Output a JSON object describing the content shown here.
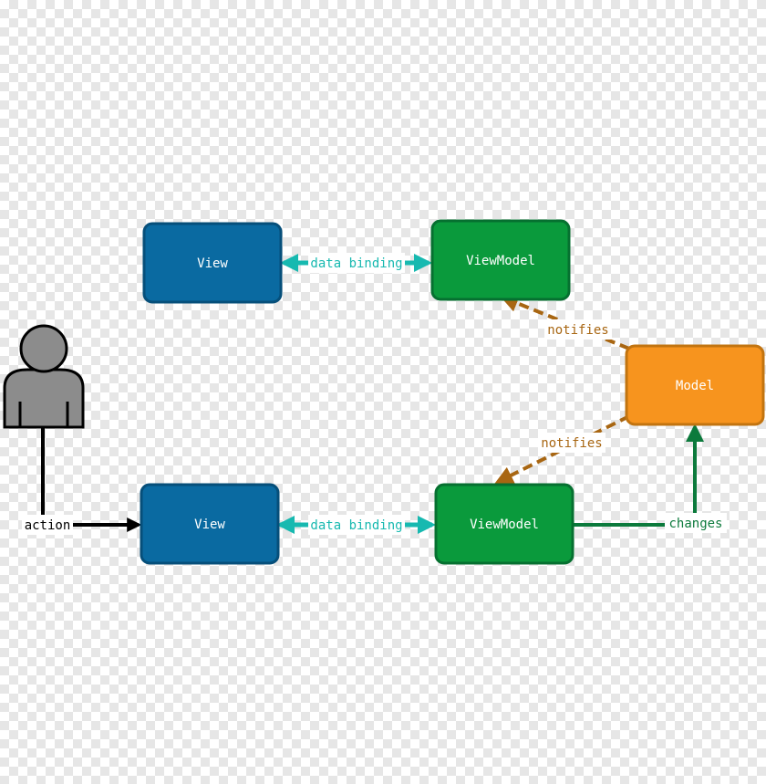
{
  "colors": {
    "view_fill": "#0a6aa1",
    "view_stroke": "#064f7a",
    "viewmodel_fill": "#0a9a3c",
    "viewmodel_stroke": "#067030",
    "model_fill": "#f7941e",
    "model_stroke": "#c27410",
    "binding_arrow": "#17b9b0",
    "notify_arrow": "#a86612",
    "changes_arrow": "#0c7a3c",
    "action_arrow": "#000000",
    "person_fill": "#8c8c8c"
  },
  "nodes": {
    "top_view": "View",
    "top_viewmodel": "ViewModel",
    "model": "Model",
    "bottom_view": "View",
    "bottom_viewmodel": "ViewModel"
  },
  "edges": {
    "top_binding": "data binding",
    "top_notifies": "notifies",
    "bottom_notifies": "notifies",
    "bottom_binding": "data binding",
    "changes": "changes",
    "action": "action"
  }
}
